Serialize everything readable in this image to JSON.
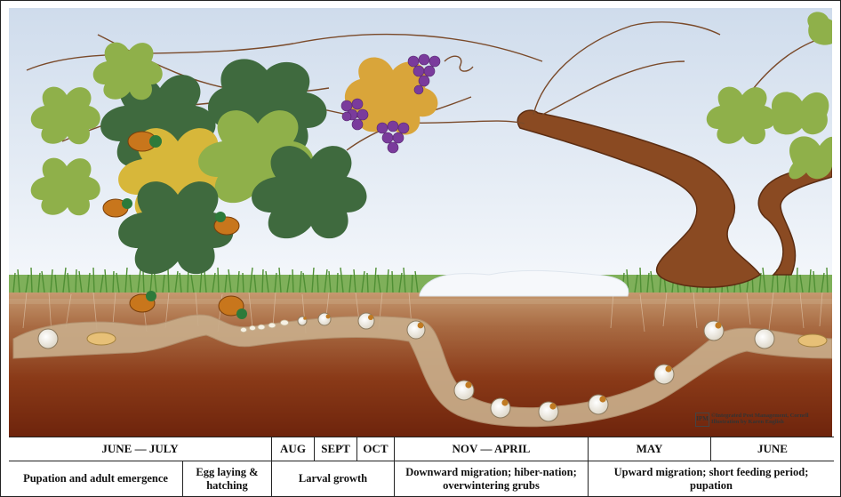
{
  "credit": {
    "logo_text": "IPM",
    "line1": "©Integrated Pest Management, Cornell",
    "line2": "Illustration by Karen English"
  },
  "timeline": {
    "months": [
      "JUNE — JULY",
      "AUG",
      "SEPT",
      "OCT",
      "NOV — APRIL",
      "MAY",
      "JUNE"
    ],
    "stages": [
      "Pupation and adult emergence",
      "Egg laying & hatching",
      "Larval growth",
      "Downward migration; hiber-nation; overwintering grubs",
      "Upward migration; short feeding period; pupation"
    ]
  },
  "colors": {
    "sky": "#e6eef7",
    "soil_top": "#b88a62",
    "soil_deep": "#7a2e12",
    "grass": "#5a9a3a",
    "snow": "#f6f8fb",
    "tunnel": "#c9ad8a",
    "grape": "#7a3b9c",
    "leaf_dark": "#3f6a3e",
    "leaf_light": "#8fb04a",
    "vine_trunk": "#8a4a22",
    "beetle_shell": "#c8761c",
    "beetle_head": "#2d7a3a"
  }
}
